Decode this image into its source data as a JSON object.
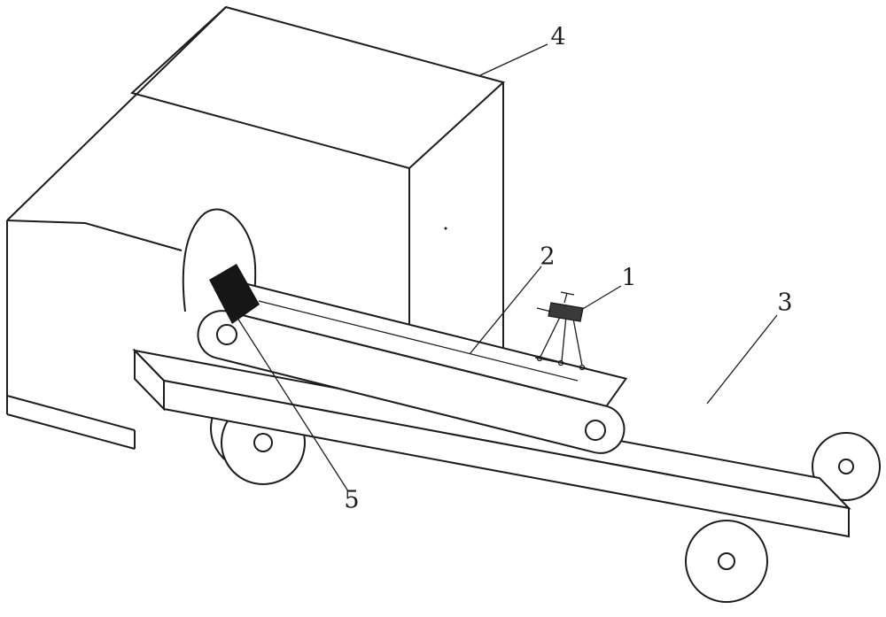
{
  "figure": {
    "kind": "patent-style-line-drawing",
    "background_color": "#ffffff",
    "ink_color": "#1c1c1c"
  },
  "labels": [
    {
      "text": "1"
    },
    {
      "text": "2"
    },
    {
      "text": "3"
    },
    {
      "text": "4"
    },
    {
      "text": "5"
    }
  ]
}
